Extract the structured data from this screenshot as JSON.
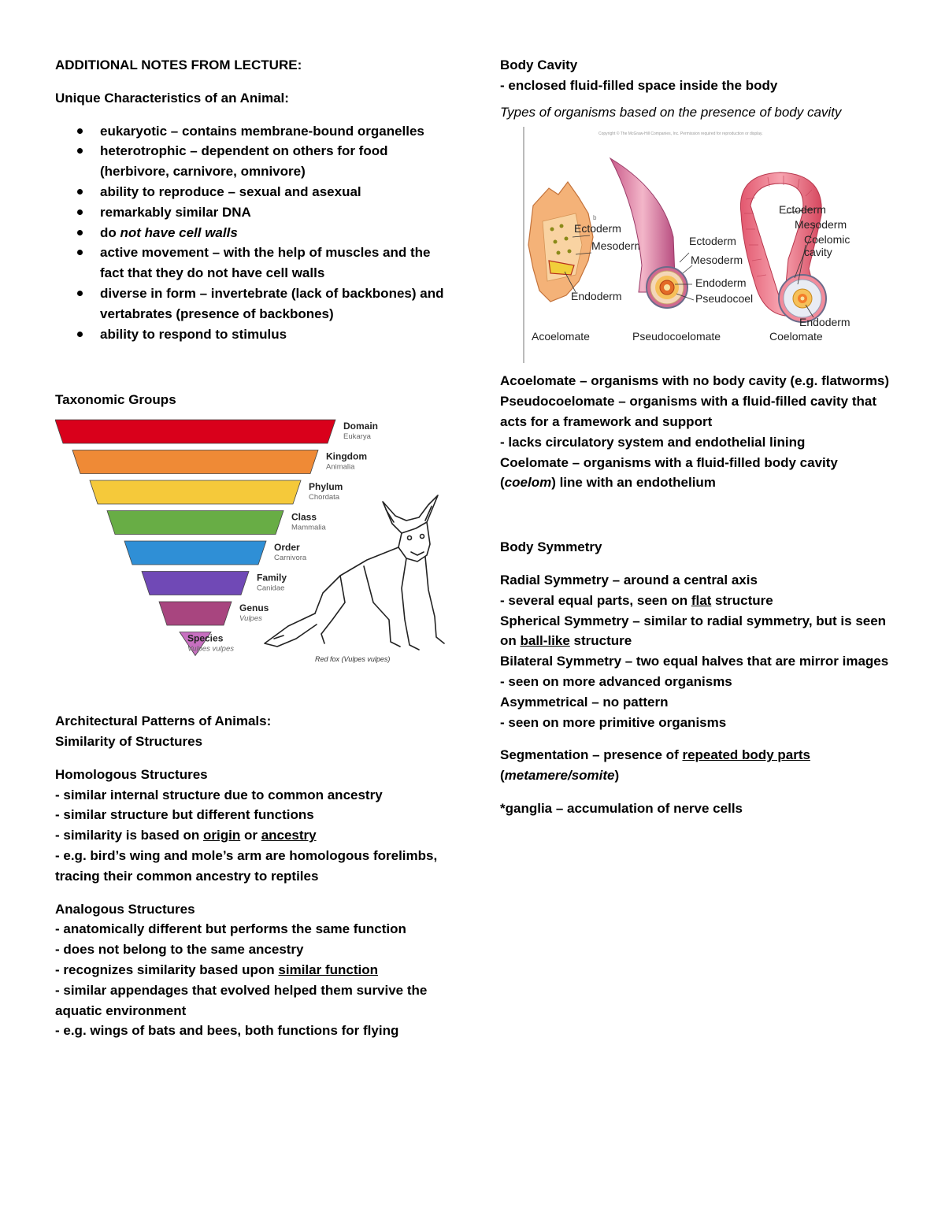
{
  "left": {
    "heading": "ADDITIONAL NOTES FROM LECTURE:",
    "unique_title": "Unique Characteristics of an Animal:",
    "bullets": [
      {
        "a": "eukaryotic – contains membrane-bound organelles"
      },
      {
        "a": "heterotrophic – dependent on others for food",
        "b": "(herbivore, carnivore, omnivore)"
      },
      {
        "a": "ability to reproduce – sexual and asexual"
      },
      {
        "a": "remarkably similar DNA"
      },
      {
        "a": "do ",
        "i": "not have cell walls"
      },
      {
        "a": "active movement – with the help of muscles and the",
        "b": "fact that they do not have cell walls"
      },
      {
        "a": "diverse in form – invertebrate (lack of backbones) and",
        "b": "vertabrates (presence of backbones)"
      },
      {
        "a": "ability to respond to stimulus"
      }
    ],
    "taxonomic_title": "Taxonomic Groups",
    "taxonomy": [
      {
        "rank": "Domain",
        "name": "Eukarya",
        "color": "#d9001b"
      },
      {
        "rank": "Kingdom",
        "name": "Animalia",
        "color": "#ef8a36"
      },
      {
        "rank": "Phylum",
        "name": "Chordata",
        "color": "#f5c93a"
      },
      {
        "rank": "Class",
        "name": "Mammalia",
        "color": "#68ad45"
      },
      {
        "rank": "Order",
        "name": "Carnivora",
        "color": "#2f8fd6"
      },
      {
        "rank": "Family",
        "name": "Canidae",
        "color": "#7049b6"
      },
      {
        "rank": "Genus",
        "name": "Vulpes",
        "color": "#a8457f"
      },
      {
        "rank": "Species",
        "name": "Vulpes vulpes",
        "color": "#c76fc0"
      }
    ],
    "fox_caption": "Red fox (Vulpes vulpes)",
    "arch_title": "Architectural Patterns of Animals:",
    "similarity_title": "Similarity of Structures",
    "homologous_title": "Homologous Structures",
    "hom_1": "- similar internal structure due to common ancestry",
    "hom_2": "- similar structure but different functions",
    "hom_3_pre": "- similarity is based on ",
    "hom_3_u1": "origin",
    "hom_3_mid": " or ",
    "hom_3_u2": "ancestry",
    "hom_4": "- e.g. bird’s wing and mole’s arm are homologous forelimbs,",
    "hom_5": "tracing their common ancestry to reptiles",
    "analogous_title": "Analogous Structures",
    "ana_1": "- anatomically different but performs the same function",
    "ana_2": "- does not belong to the same ancestry",
    "ana_3_pre": "- recognizes similarity based upon ",
    "ana_3_u": "similar function",
    "ana_4": "- similar appendages that evolved helped them survive the",
    "ana_5": "aquatic environment",
    "ana_6": "- e.g. wings of bats and bees, both functions for flying"
  },
  "right": {
    "body_cavity_title": "Body Cavity",
    "body_cavity_def": "- enclosed fluid-filled space inside the body",
    "types_italic": "Types of organisms based on the presence of body cavity",
    "figure_copyright": "Copyright © The McGraw-Hill Companies, Inc. Permission required for reproduction or display.",
    "fig_labels": {
      "b": "b",
      "acoel_ecto": "Ectoderm",
      "acoel_meso": "Mesoderm",
      "acoel_endo": "Endoderm",
      "pseudo_ecto": "Ectoderm",
      "pseudo_meso": "Mesoderm",
      "pseudo_endo": "Endoderm",
      "pseudo_cav": "Pseudocoel",
      "coel_ecto": "Ectoderm",
      "coel_meso": "Mesoderm",
      "coel_cav1": "Coelomic",
      "coel_cav2": "cavity",
      "coel_endo": "Endoderm",
      "cap_acoel": "Acoelomate",
      "cap_pseudo": "Pseudocoelomate",
      "cap_coel": "Coelomate"
    },
    "acoel_line": "Acoelomate – organisms with no body cavity (e.g. flatworms)",
    "pseudo_line1": "Pseudocoelomate – organisms with a fluid-filled cavity that",
    "pseudo_line2": "acts for a framework and support",
    "pseudo_line3": "- lacks circulatory system and endothelial lining",
    "coel_line1": "Coelomate – organisms with a fluid-filled body cavity",
    "coel_line2_a": "(",
    "coel_line2_i": "coelom",
    "coel_line2_b": ") line with an endothelium",
    "symmetry_title": "Body Symmetry",
    "radial": "Radial Symmetry – around a central axis",
    "radial_2_pre": "- several equal parts, seen on ",
    "radial_2_u": "flat",
    "radial_2_post": " structure",
    "spherical_1": "Spherical Symmetry – similar to radial symmetry, but is seen",
    "spherical_2_pre": "on ",
    "spherical_2_u": "ball-like",
    "spherical_2_post": " structure",
    "bilateral": "Bilateral Symmetry – two equal halves that are mirror images",
    "bilateral_2": "- seen on more advanced organisms",
    "asym": "Asymmetrical – no pattern",
    "asym_2": "- seen on more primitive organisms",
    "seg_pre": "Segmentation – presence of ",
    "seg_u": "repeated body parts",
    "seg_2_a": "(",
    "seg_2_i": "metamere/somite",
    "seg_2_b": ")",
    "ganglia": "*ganglia – accumulation of nerve cells"
  }
}
